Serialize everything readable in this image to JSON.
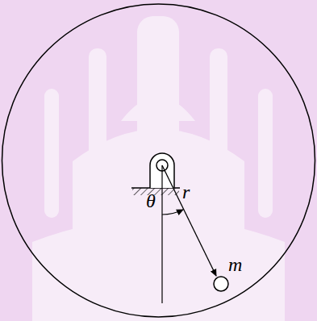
{
  "diagram": {
    "labels": [
      "θ",
      "r",
      "m"
    ]
  }
}
